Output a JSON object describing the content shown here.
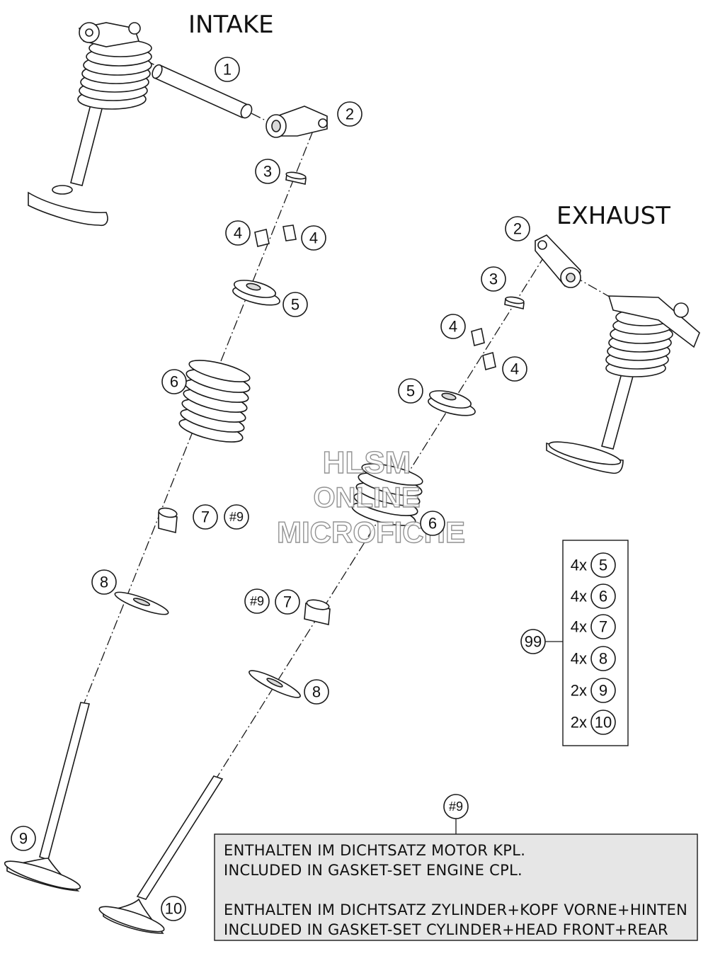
{
  "titles": {
    "intake": "INTAKE",
    "exhaust": "EXHAUST"
  },
  "callouts": {
    "c1": "1",
    "c2": "2",
    "c3": "3",
    "c4": "4",
    "c5": "5",
    "c6": "6",
    "c7": "7",
    "c8": "8",
    "c9": "9",
    "c10": "10",
    "h9": "#9",
    "c99": "99"
  },
  "kit": {
    "rows": [
      {
        "qty": "4x",
        "part": "5"
      },
      {
        "qty": "4x",
        "part": "6"
      },
      {
        "qty": "4x",
        "part": "7"
      },
      {
        "qty": "4x",
        "part": "8"
      },
      {
        "qty": "2x",
        "part": "9"
      },
      {
        "qty": "2x",
        "part": "10"
      }
    ]
  },
  "note": {
    "ref": "#9",
    "lines": [
      "ENTHALTEN IM DICHTSATZ MOTOR KPL.",
      "INCLUDED IN GASKET-SET ENGINE CPL.",
      "ENTHALTEN IM DICHTSATZ ZYLINDER+KOPF VORNE+HINTEN",
      "INCLUDED IN GASKET-SET CYLINDER+HEAD FRONT+REAR"
    ]
  },
  "watermark": {
    "line1": "HLSM",
    "line2": "ONLINE",
    "line3": "MICROFICHE"
  }
}
